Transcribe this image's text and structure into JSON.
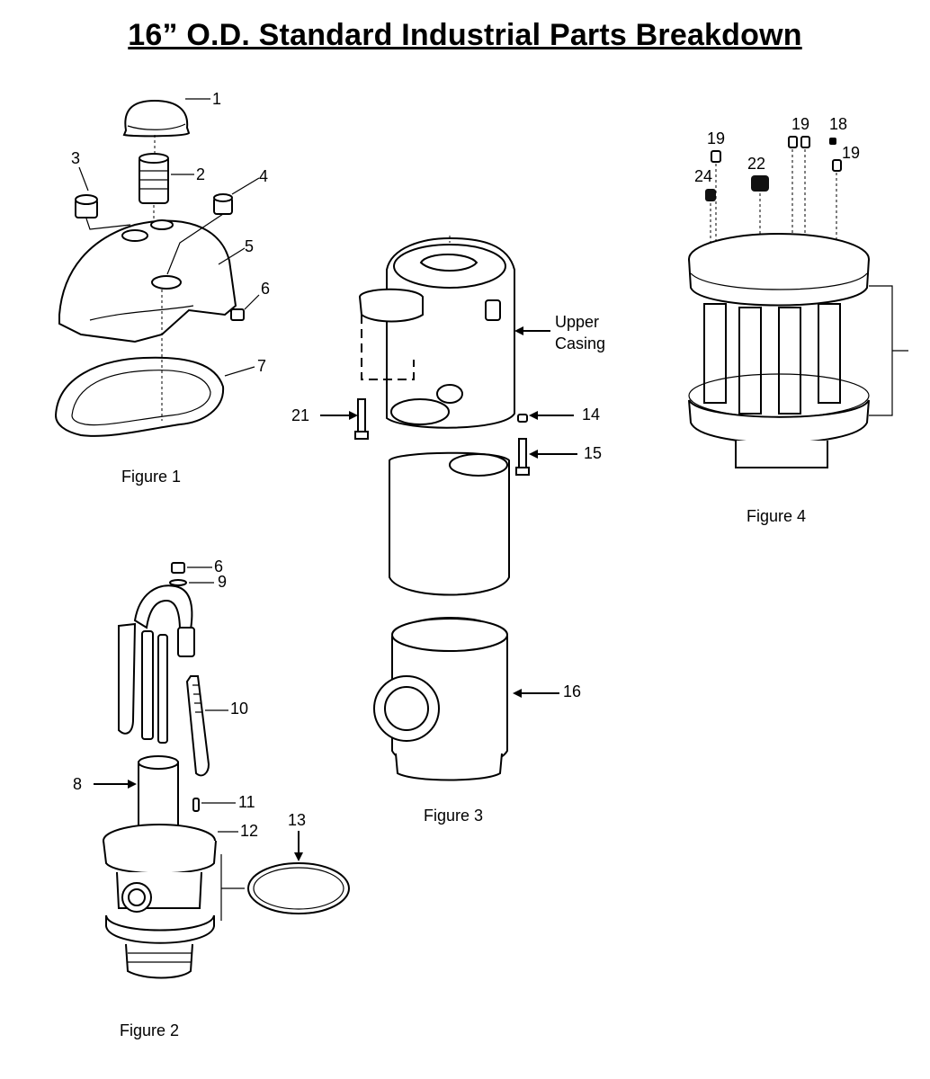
{
  "title": "16” O.D. Standard Industrial Parts Breakdown",
  "figures": {
    "fig1": {
      "caption": "Figure 1",
      "callouts": [
        "1",
        "2",
        "3",
        "4",
        "5",
        "6",
        "7"
      ]
    },
    "fig2": {
      "caption": "Figure 2",
      "callouts": [
        "6",
        "9",
        "10",
        "8",
        "11",
        "12",
        "13"
      ]
    },
    "fig3": {
      "caption": "Figure 3",
      "callouts": [
        "Upper",
        "Casing",
        "21",
        "14",
        "15",
        "16"
      ]
    },
    "fig4": {
      "caption": "Figure 4",
      "callouts": [
        "19",
        "19",
        "18",
        "19",
        "22",
        "24"
      ]
    }
  }
}
